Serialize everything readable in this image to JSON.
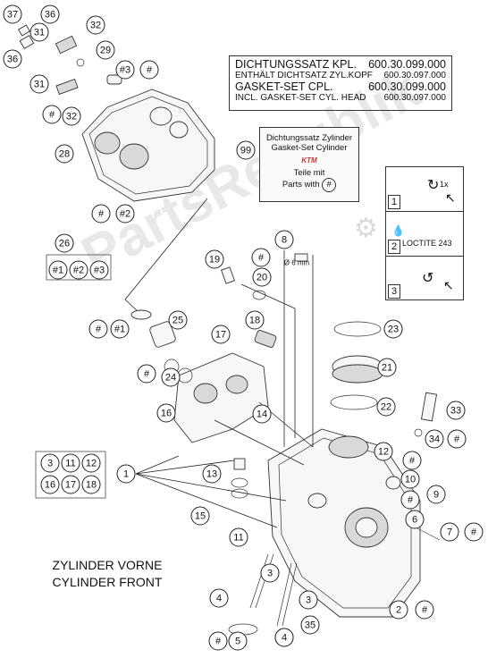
{
  "gasket_set": {
    "line1_label": "DICHTUNGSSATZ KPL.",
    "line1_code": "600.30.099.000",
    "line2_label": "ENTHÄLT DICHTSATZ ZYL.KOPF",
    "line2_code": "600.30.097.000",
    "line3_label": "GASKET-SET CPL.",
    "line3_code": "600.30.099.000",
    "line4_label": "INCL. GASKET-SET CYL. HEAD",
    "line4_code": "600.30.097.000"
  },
  "kit_box": {
    "callout": "99",
    "line1": "Dichtungssatz Zylinder",
    "line2": "Gasket-Set Cylinder",
    "brand": "KTM",
    "line3": "Teile mit",
    "line4": "Parts with",
    "hash": "#"
  },
  "cylinder_label": {
    "line1": "ZYLINDER VORNE",
    "line2": "CYLINDER FRONT"
  },
  "steps": {
    "step1": "1",
    "step1_note": "1x",
    "step2": "2",
    "step2_note": "LOCTITE 243",
    "step3": "3"
  },
  "watermark": "PartsRepublik",
  "dimension_note": "Ø 6 mm",
  "callouts": [
    {
      "label": "37"
    },
    {
      "label": "36"
    },
    {
      "label": "36"
    },
    {
      "label": "31"
    },
    {
      "label": "32"
    },
    {
      "label": "29"
    },
    {
      "label": "#3"
    },
    {
      "label": "#"
    },
    {
      "label": "31"
    },
    {
      "label": "#"
    },
    {
      "label": "32"
    },
    {
      "label": "28"
    },
    {
      "label": "#"
    },
    {
      "label": "#2"
    },
    {
      "label": "26"
    },
    {
      "label": "#1"
    },
    {
      "label": "#2"
    },
    {
      "label": "#3"
    },
    {
      "label": "8"
    },
    {
      "label": "19"
    },
    {
      "label": "#"
    },
    {
      "label": "20"
    },
    {
      "label": "#"
    },
    {
      "label": "#1"
    },
    {
      "label": "25"
    },
    {
      "label": "18"
    },
    {
      "label": "17"
    },
    {
      "label": "23"
    },
    {
      "label": "#"
    },
    {
      "label": "24"
    },
    {
      "label": "21"
    },
    {
      "label": "16"
    },
    {
      "label": "14"
    },
    {
      "label": "22"
    },
    {
      "label": "33"
    },
    {
      "label": "12"
    },
    {
      "label": "34"
    },
    {
      "label": "#"
    },
    {
      "label": "#"
    },
    {
      "label": "1"
    },
    {
      "label": "13"
    },
    {
      "label": "10"
    },
    {
      "label": "#"
    },
    {
      "label": "9"
    },
    {
      "label": "15"
    },
    {
      "label": "6"
    },
    {
      "label": "11"
    },
    {
      "label": "7"
    },
    {
      "label": "#"
    },
    {
      "label": "3"
    },
    {
      "label": "4"
    },
    {
      "label": "3"
    },
    {
      "label": "2"
    },
    {
      "label": "#"
    },
    {
      "label": "4"
    },
    {
      "label": "35"
    },
    {
      "label": "#"
    },
    {
      "label": "5"
    },
    {
      "label": "4"
    }
  ],
  "group_box": [
    "3",
    "11",
    "12",
    "16",
    "17",
    "18"
  ]
}
